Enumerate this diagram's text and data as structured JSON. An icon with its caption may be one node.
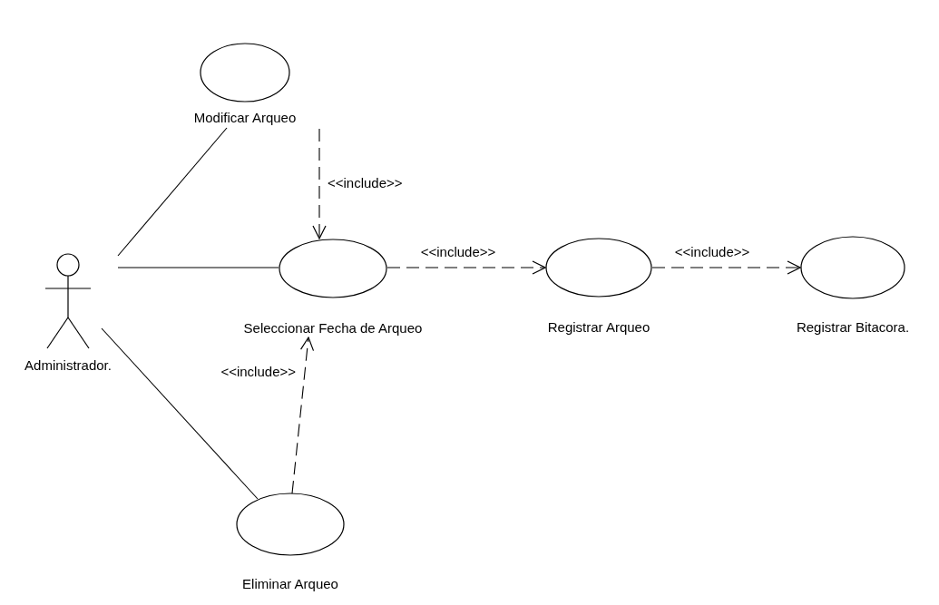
{
  "diagram": {
    "nodes": [
      {
        "text": [
          "Administrador."
        ]
      },
      {
        "text": [
          "Modificar Arqueo"
        ]
      },
      {
        "text": [
          "Seleccionar Fecha de Arqueo"
        ]
      },
      {
        "text": [
          "Registrar Arqueo"
        ]
      },
      {
        "text": [
          "Registrar Bitacora."
        ]
      },
      {
        "text": [
          "Eliminar Arqueo"
        ]
      }
    ],
    "edges": [
      {
        "from": 0,
        "to": 1,
        "arrow": "none"
      },
      {
        "from": 0,
        "to": 2,
        "arrow": "none"
      },
      {
        "from": 0,
        "to": 5,
        "arrow": "none"
      },
      {
        "from": 1,
        "to": 2,
        "arrow": "to",
        "style": "dashed",
        "label": "<<include>>"
      },
      {
        "from": 2,
        "to": 3,
        "arrow": "to",
        "style": "dashed",
        "label": "<<include>>"
      },
      {
        "from": 3,
        "to": 4,
        "arrow": "to",
        "style": "dashed",
        "label": "<<include>>"
      },
      {
        "from": 5,
        "to": 2,
        "arrow": "to",
        "style": "dashed",
        "label": "<<include>>"
      }
    ]
  }
}
